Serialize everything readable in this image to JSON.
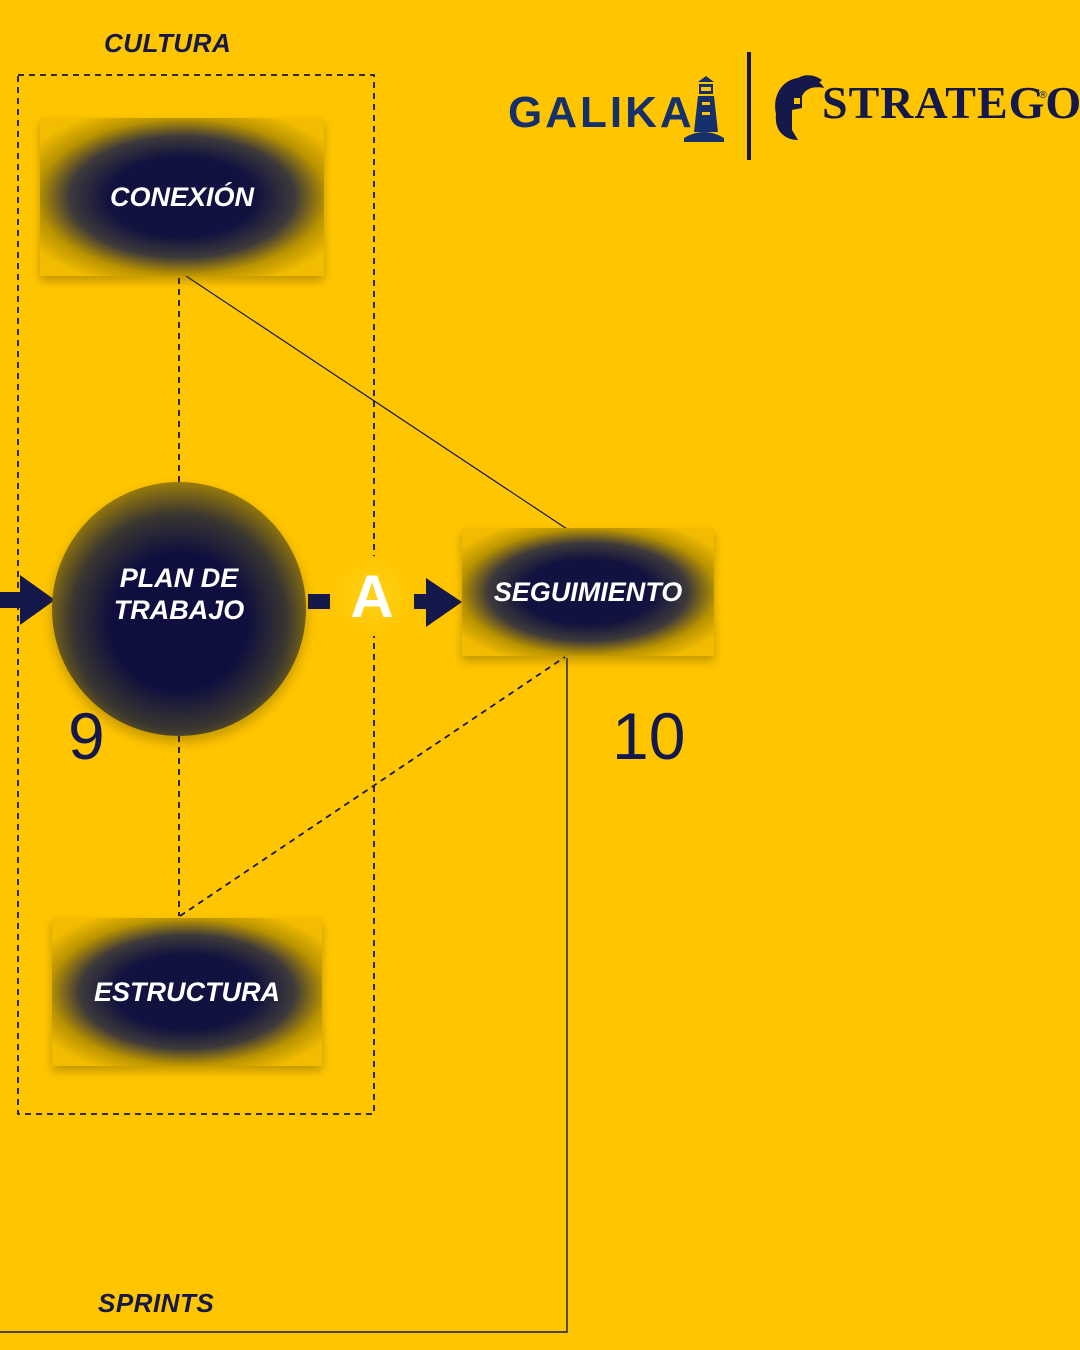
{
  "labels": {
    "cultura": "CULTURA",
    "sprints": "SPRINTS"
  },
  "nodes": {
    "conexion": "CONEXIÓN",
    "plan_de_trabajo": "PLAN DE\nTRABAJO",
    "seguimiento": "SEGUIMIENTO",
    "estructura": "ESTRUCTURA"
  },
  "badge": "A",
  "steps": {
    "plan": "9",
    "seguimiento": "10"
  },
  "logos": {
    "galika": "GALIKA",
    "strategos": "STRATEGOS",
    "registered": "®"
  },
  "colors": {
    "background": "#FFC600",
    "navy": "#15184A",
    "text_light": "#FFFFFF"
  }
}
